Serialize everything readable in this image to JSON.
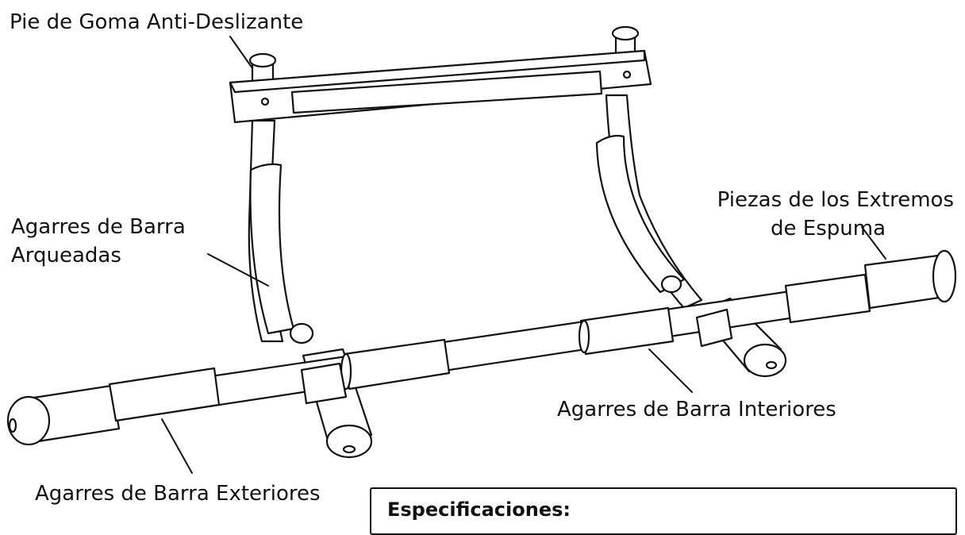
{
  "labels": {
    "rubber_foot": "Pie de Goma Anti-Deslizante",
    "arched_grips_line1": "Agarres de Barra",
    "arched_grips_line2": "Arqueadas",
    "foam_ends_line1": "Piezas de los Extremos",
    "foam_ends_line2": "de Espuma",
    "inner_grips": "Agarres de Barra Interiores",
    "outer_grips": "Agarres de Barra Exteriores"
  },
  "specs": {
    "title": "Especificaciones:"
  }
}
